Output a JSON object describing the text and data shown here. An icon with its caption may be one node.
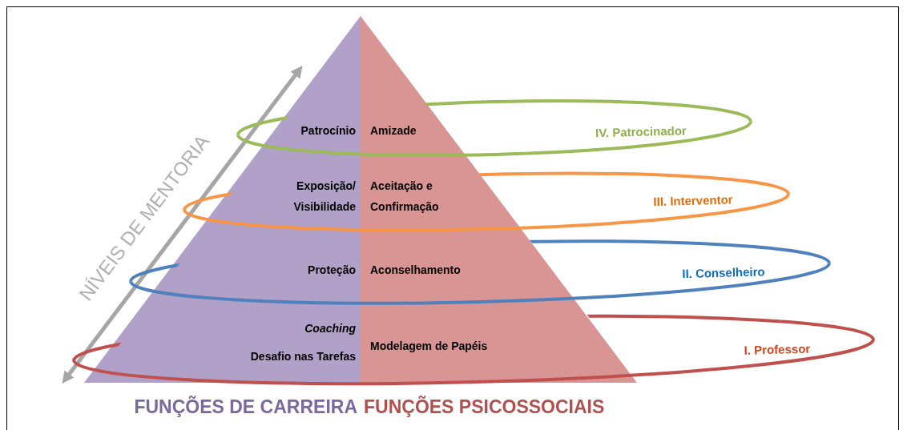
{
  "diagram": {
    "nodes": [
      {
        "text": [
          "Patrocínio",
          "Exposição/ Visibilidade",
          "Proteção",
          "*Coaching*",
          "Desafio nas Tarefas",
          "FUNÇÕES DE CARREIRA"
        ]
      },
      {
        "text": [
          "Amizade",
          "Aceitação e Confirmação",
          "Aconselhamento",
          "Modelagem de Papéis",
          "FUNÇÕES PSICOSSOCIAIS"
        ]
      }
    ],
    "labels": [
      "NÍVEIS DE MENTORIA",
      "IV. Patrocinador",
      "III. Interventor",
      "II. Conselheiro",
      "I. Professor"
    ]
  }
}
